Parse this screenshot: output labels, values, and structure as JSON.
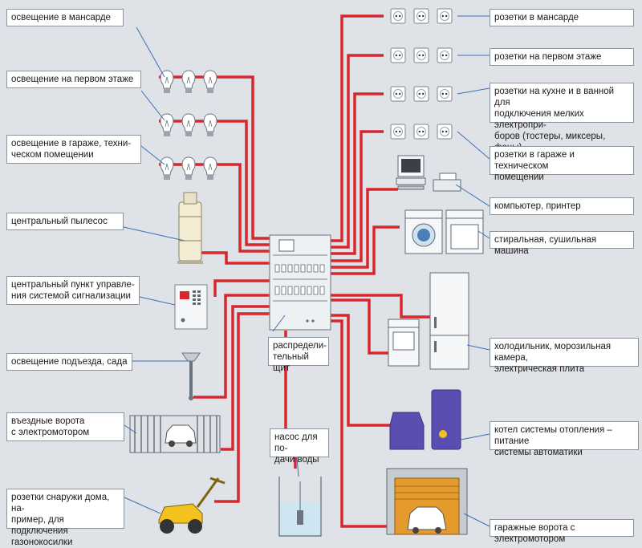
{
  "labels": {
    "attic_light": "освещение в мансарде",
    "first_floor_light": "освещение на первом этаже",
    "garage_light": [
      "освещение в гараже, техни-",
      "ческом помещении"
    ],
    "central_vacuum": "центральный пылесос",
    "alarm_panel": [
      "центральный пункт управле-",
      "ния системой сигнализации"
    ],
    "porch_light": "освещение подъезда, сада",
    "gate": [
      "въездные ворота",
      "с электромотором"
    ],
    "outdoor_sockets": [
      "розетки снаружи дома, на-",
      "пример, для подключения",
      "газонокосилки"
    ],
    "water_pump": [
      "насос для по-",
      "дачи воды"
    ],
    "distribution_board": [
      "распредели-",
      "тельный щит"
    ],
    "attic_sockets": "розетки в мансарде",
    "first_floor_sockets": "розетки на первом этаже",
    "kitchen_sockets": [
      "розетки на кухне и в ванной для",
      "подключения мелких электропри-",
      "боров (тостеры, миксеры, фены)"
    ],
    "garage_sockets": [
      "розетки в гараже и техническом",
      "помещении"
    ],
    "computer": "компьютер, принтер",
    "washer": "стиральная, сушильная машина",
    "fridge": [
      "холодильник, морозильная камера,",
      "электрическая плита"
    ],
    "boiler": [
      "котел системы отопления – питание",
      "системы автоматики"
    ],
    "garage_door": "гаражные ворота с электромотором"
  },
  "colors": {
    "background": "#dfe3e7",
    "wire": "#d8262e",
    "pointer": "#3d6fb4",
    "label_border": "#8a949c",
    "boiler": "#5a4fb0"
  }
}
